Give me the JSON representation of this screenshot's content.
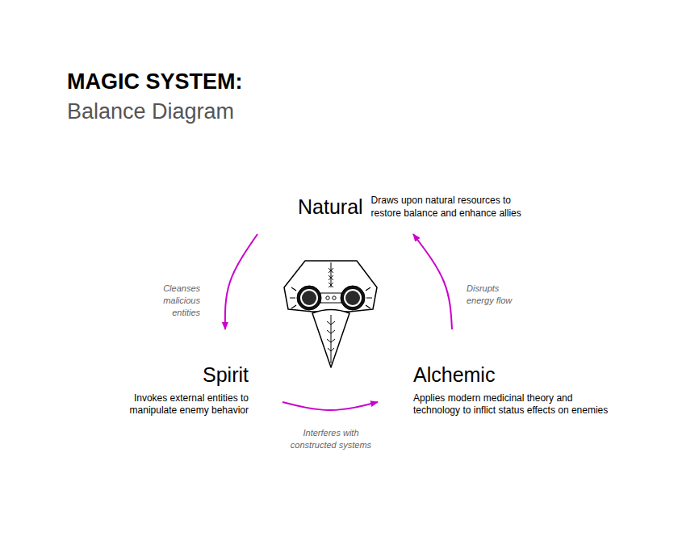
{
  "diagram": {
    "title": "MAGIC SYSTEM:",
    "nodes": [
      {
        "text": [
          "Natural",
          "Draws upon natural resources to restore balance and enhance allies"
        ]
      },
      {
        "text": [
          "Spirit",
          "Invokes external entities to manipulate enemy behavior"
        ]
      },
      {
        "text": [
          "Alchemic",
          "Applies modern medicinal theory and technology to inflict status effects on enemies"
        ]
      }
    ],
    "edges": [
      {
        "from": 0,
        "to": 1,
        "arrow": "to",
        "label": "Cleanses malicious entities"
      },
      {
        "from": 1,
        "to": 2,
        "arrow": "to",
        "label": "Interferes with constructed systems"
      },
      {
        "from": 2,
        "to": 0,
        "arrow": "to",
        "label": "Disrupts energy flow"
      }
    ],
    "labels": [
      "Balance Diagram"
    ]
  }
}
